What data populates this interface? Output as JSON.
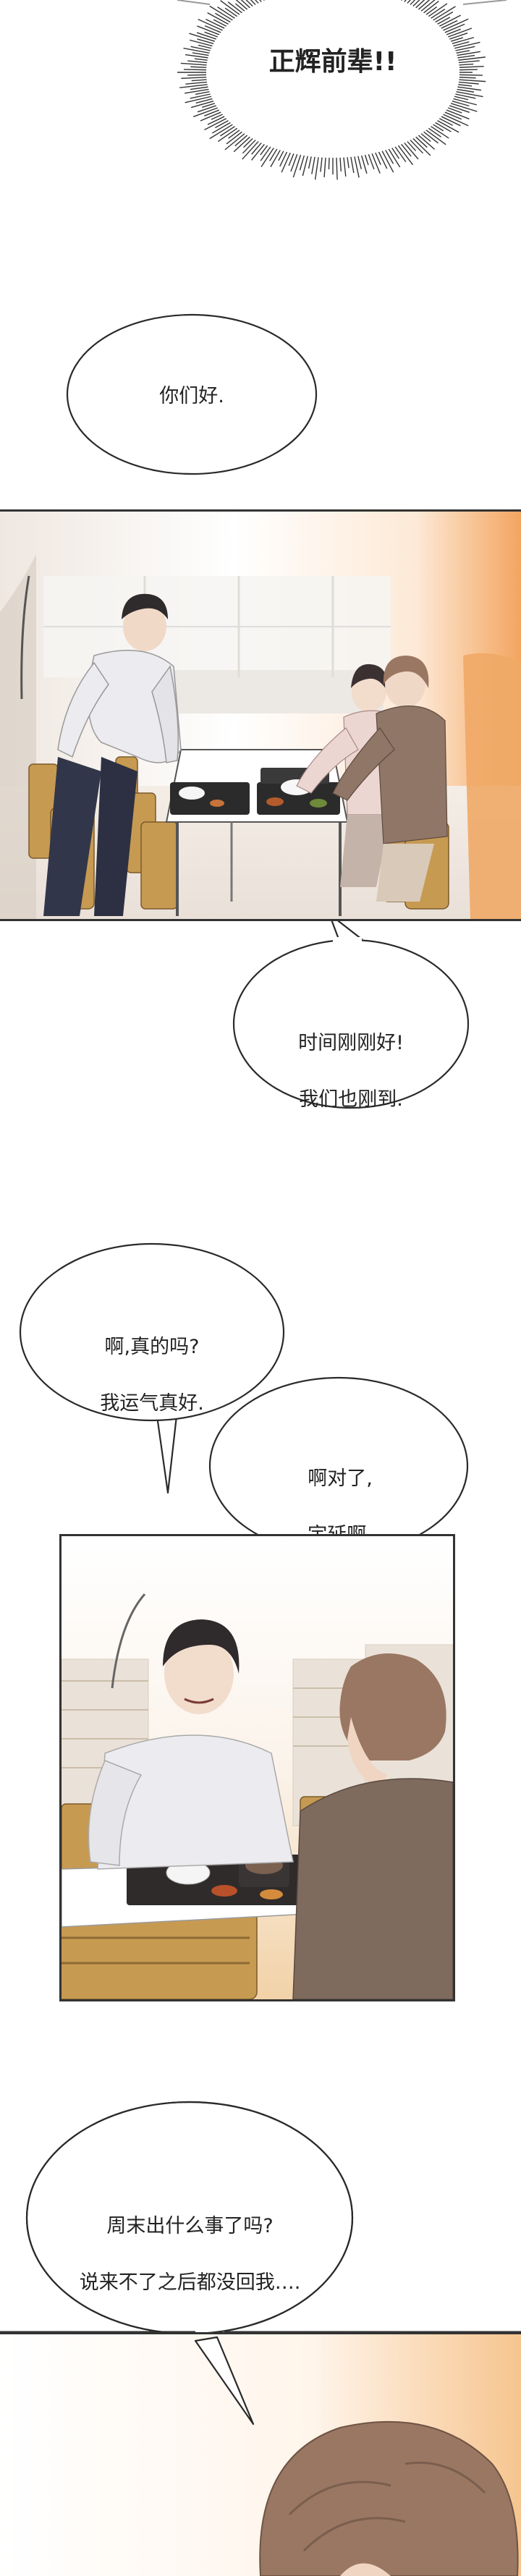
{
  "bubbles": {
    "shout": {
      "text": "正辉前辈!!"
    },
    "greeting": {
      "text": "你们好."
    },
    "just_in_time": {
      "line1": "时间刚刚好!",
      "line2": "我们也刚到."
    },
    "lucky": {
      "line1": "啊,真的吗?",
      "line2": "我运气真好."
    },
    "oh_right": {
      "line1": "啊对了,",
      "line2": "宇延啊."
    },
    "weekend": {
      "line1": "周末出什么事了吗?",
      "line2": "说来不了之后都没回我…."
    }
  },
  "colors": {
    "panel_border": "#333333",
    "bubble_stroke": "#2a2a2a",
    "orange_glow": "#f3a560",
    "cafeteria_chair": "#c79a52",
    "shirt": "#ecebef",
    "hair_dark": "#2f2a2b",
    "hair_brown": "#9a7763"
  }
}
